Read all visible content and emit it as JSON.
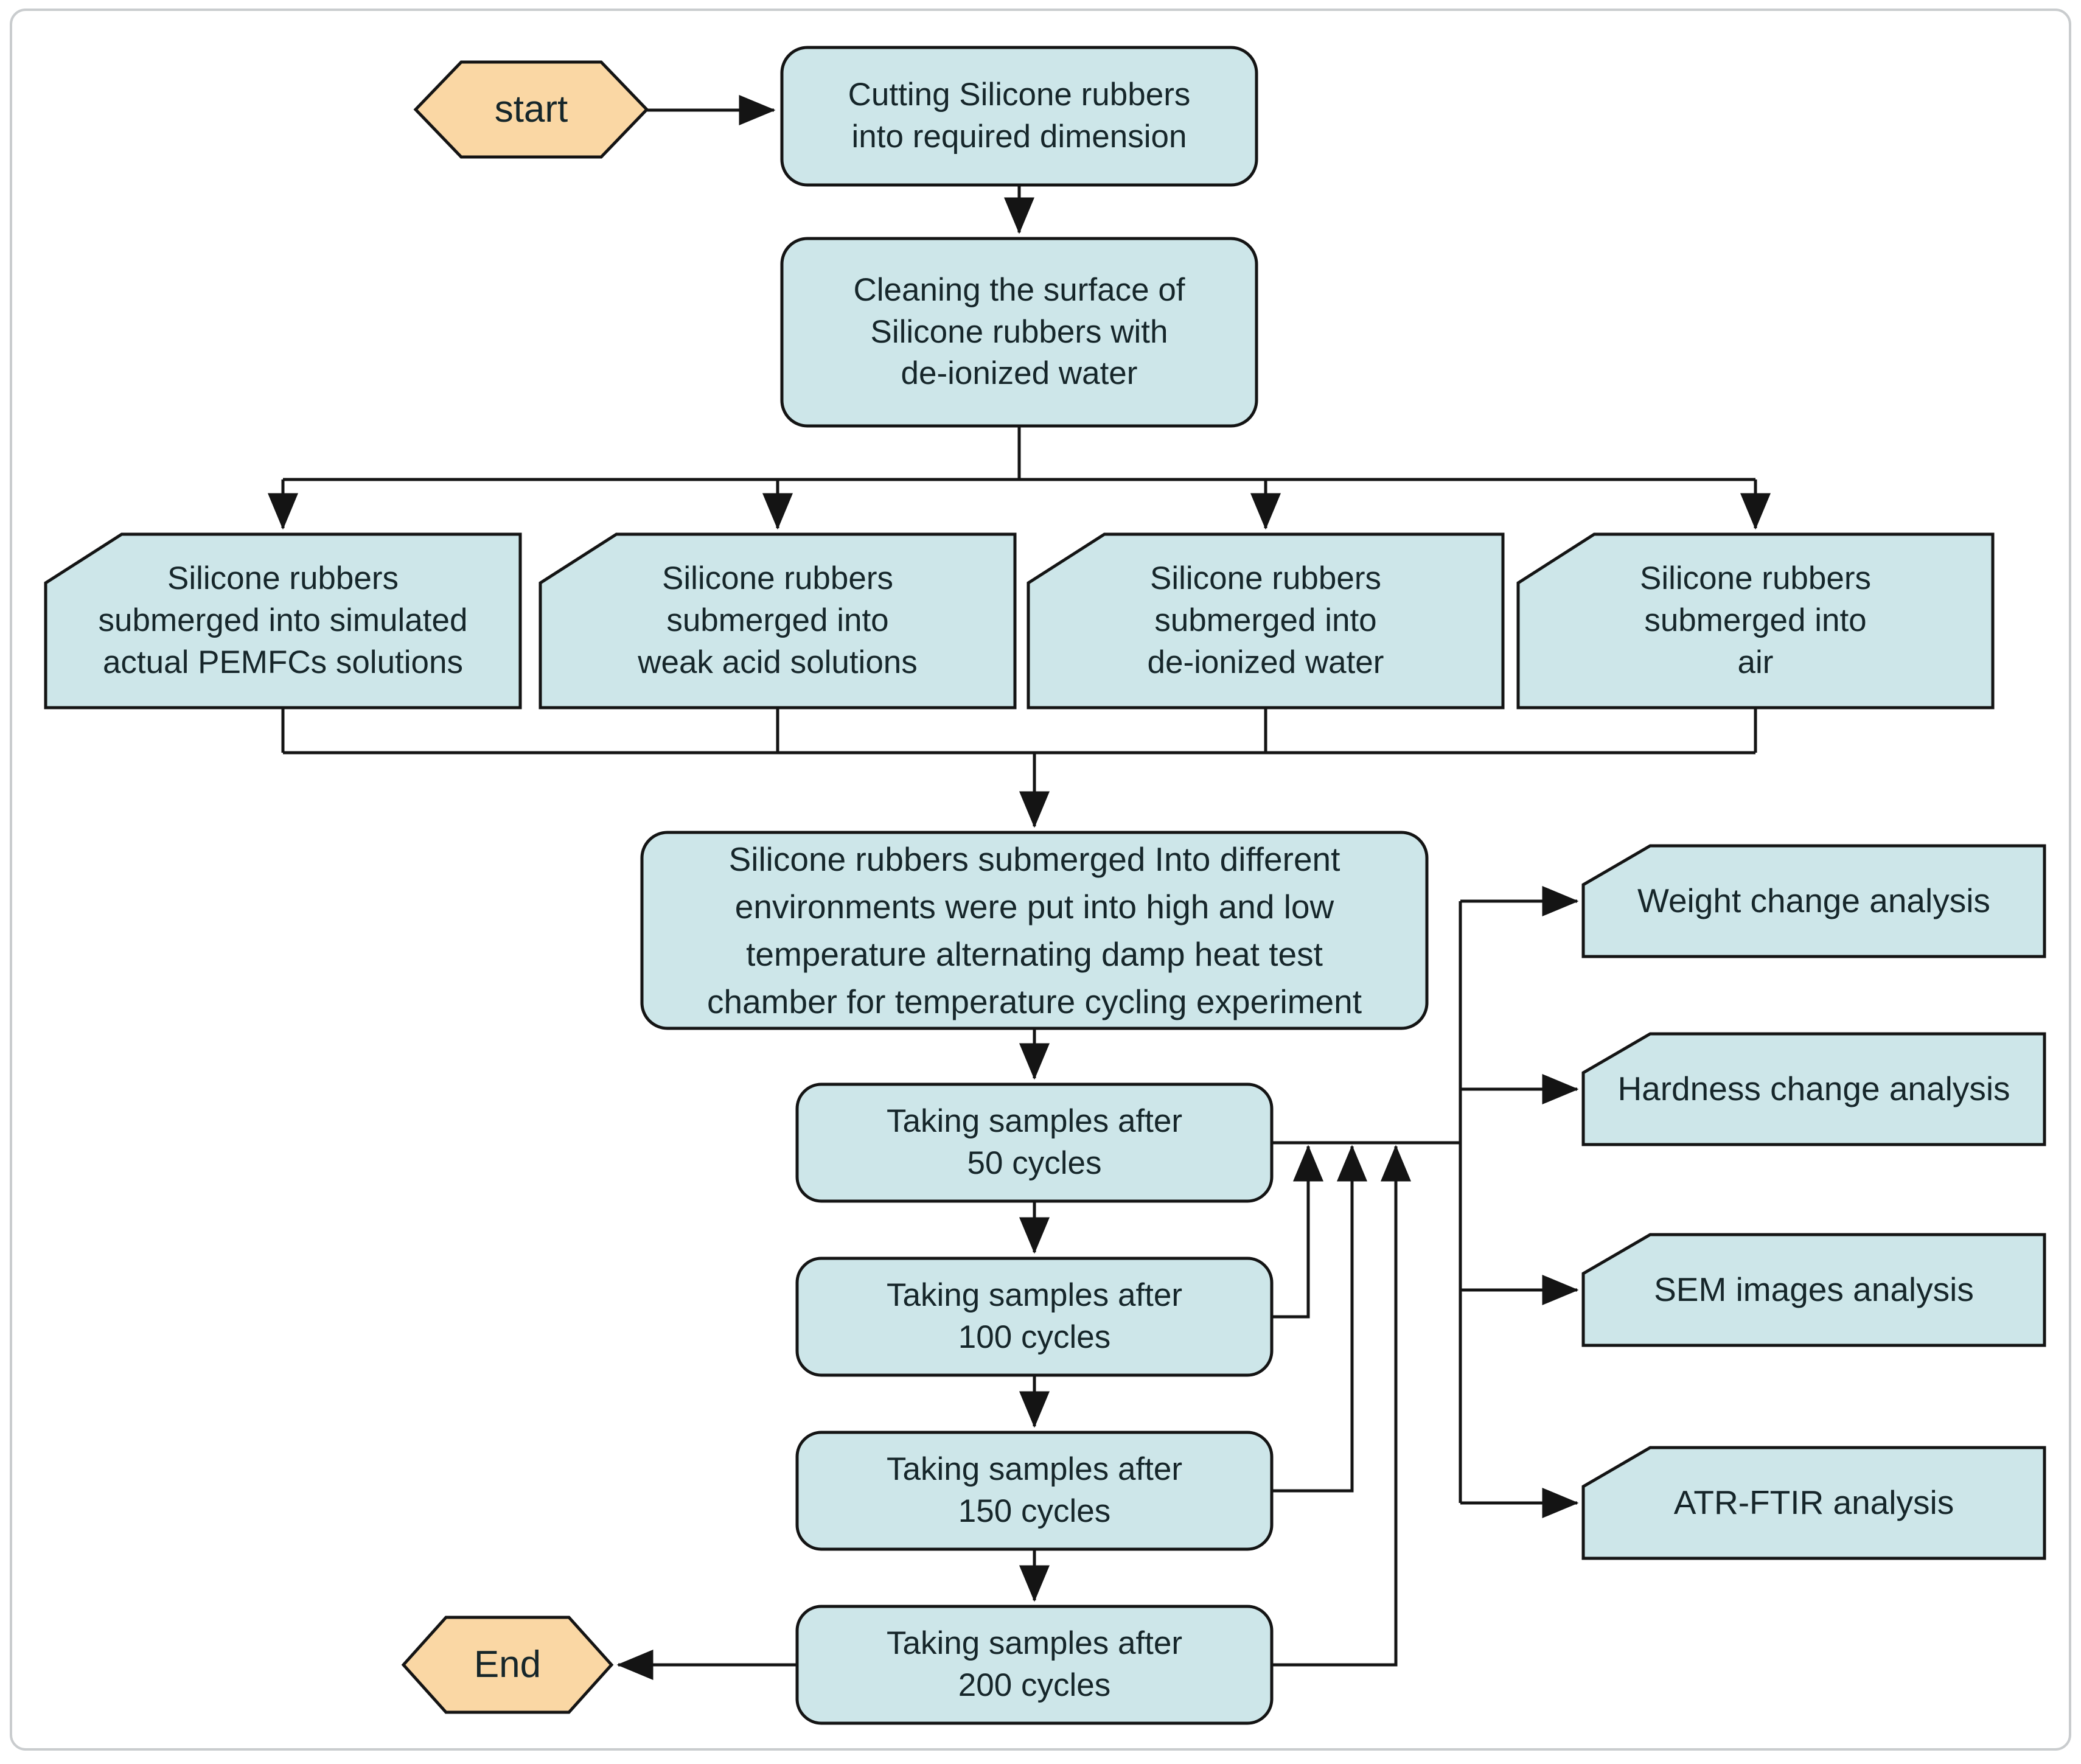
{
  "figure": {
    "type": "flowchart",
    "description": "Experimental procedure flowchart for silicone rubber temperature cycling degradation study"
  },
  "colors": {
    "process_fill": "#cde6e9",
    "terminator_fill": "#fad7a4",
    "line": "#141414",
    "text": "#16262a",
    "frame": "#c9ccce",
    "background": "#ffffff"
  },
  "nodes": {
    "start": {
      "label": "start",
      "shape": "hexagon-terminator"
    },
    "cutting": {
      "label": "Cutting Silicone rubbers\ninto required dimension",
      "shape": "rounded-process"
    },
    "cleaning": {
      "label": "Cleaning the surface of\nSilicone rubbers with\nde-ionized water",
      "shape": "rounded-process"
    },
    "env_pemfc": {
      "label": "Silicone rubbers\nsubmerged into simulated\nactual PEMFCs solutions",
      "shape": "cut-corner-card"
    },
    "env_weak_acid": {
      "label": "Silicone rubbers\nsubmerged into\nweak acid solutions",
      "shape": "cut-corner-card"
    },
    "env_di_water": {
      "label": "Silicone rubbers\nsubmerged into\nde-ionized water",
      "shape": "cut-corner-card"
    },
    "env_air": {
      "label": "Silicone rubbers\nsubmerged into\nair",
      "shape": "cut-corner-card"
    },
    "chamber": {
      "label": "Silicone rubbers submerged Into different\nenvironments were put into high and low\ntemperature alternating damp heat test\nchamber for temperature cycling experiment",
      "shape": "rounded-process"
    },
    "samples_50": {
      "label": "Taking samples after\n50 cycles",
      "shape": "rounded-process"
    },
    "samples_100": {
      "label": "Taking samples after\n100 cycles",
      "shape": "rounded-process"
    },
    "samples_150": {
      "label": "Taking samples after\n150 cycles",
      "shape": "rounded-process"
    },
    "samples_200": {
      "label": "Taking samples after\n200 cycles",
      "shape": "rounded-process"
    },
    "end": {
      "label": "End",
      "shape": "hexagon-terminator"
    },
    "weight_analysis": {
      "label": "Weight change analysis",
      "shape": "cut-corner-card"
    },
    "hardness_analysis": {
      "label": "Hardness change analysis",
      "shape": "cut-corner-card"
    },
    "sem_analysis": {
      "label": "SEM images analysis",
      "shape": "cut-corner-card"
    },
    "atr_analysis": {
      "label": "ATR-FTIR analysis",
      "shape": "cut-corner-card"
    }
  },
  "edges": [
    "start -> cutting",
    "cutting -> cleaning",
    "cleaning -> env_pemfc | env_weak_acid | env_di_water | env_air",
    "env_pemfc | env_weak_acid | env_di_water | env_air -> chamber",
    "chamber -> samples_50",
    "samples_50 -> samples_100",
    "samples_100 -> samples_150",
    "samples_150 -> samples_200",
    "samples_200 -> end",
    "samples_50 | samples_100 | samples_150 | samples_200 -> weight_analysis | hardness_analysis | sem_analysis | atr_analysis"
  ]
}
